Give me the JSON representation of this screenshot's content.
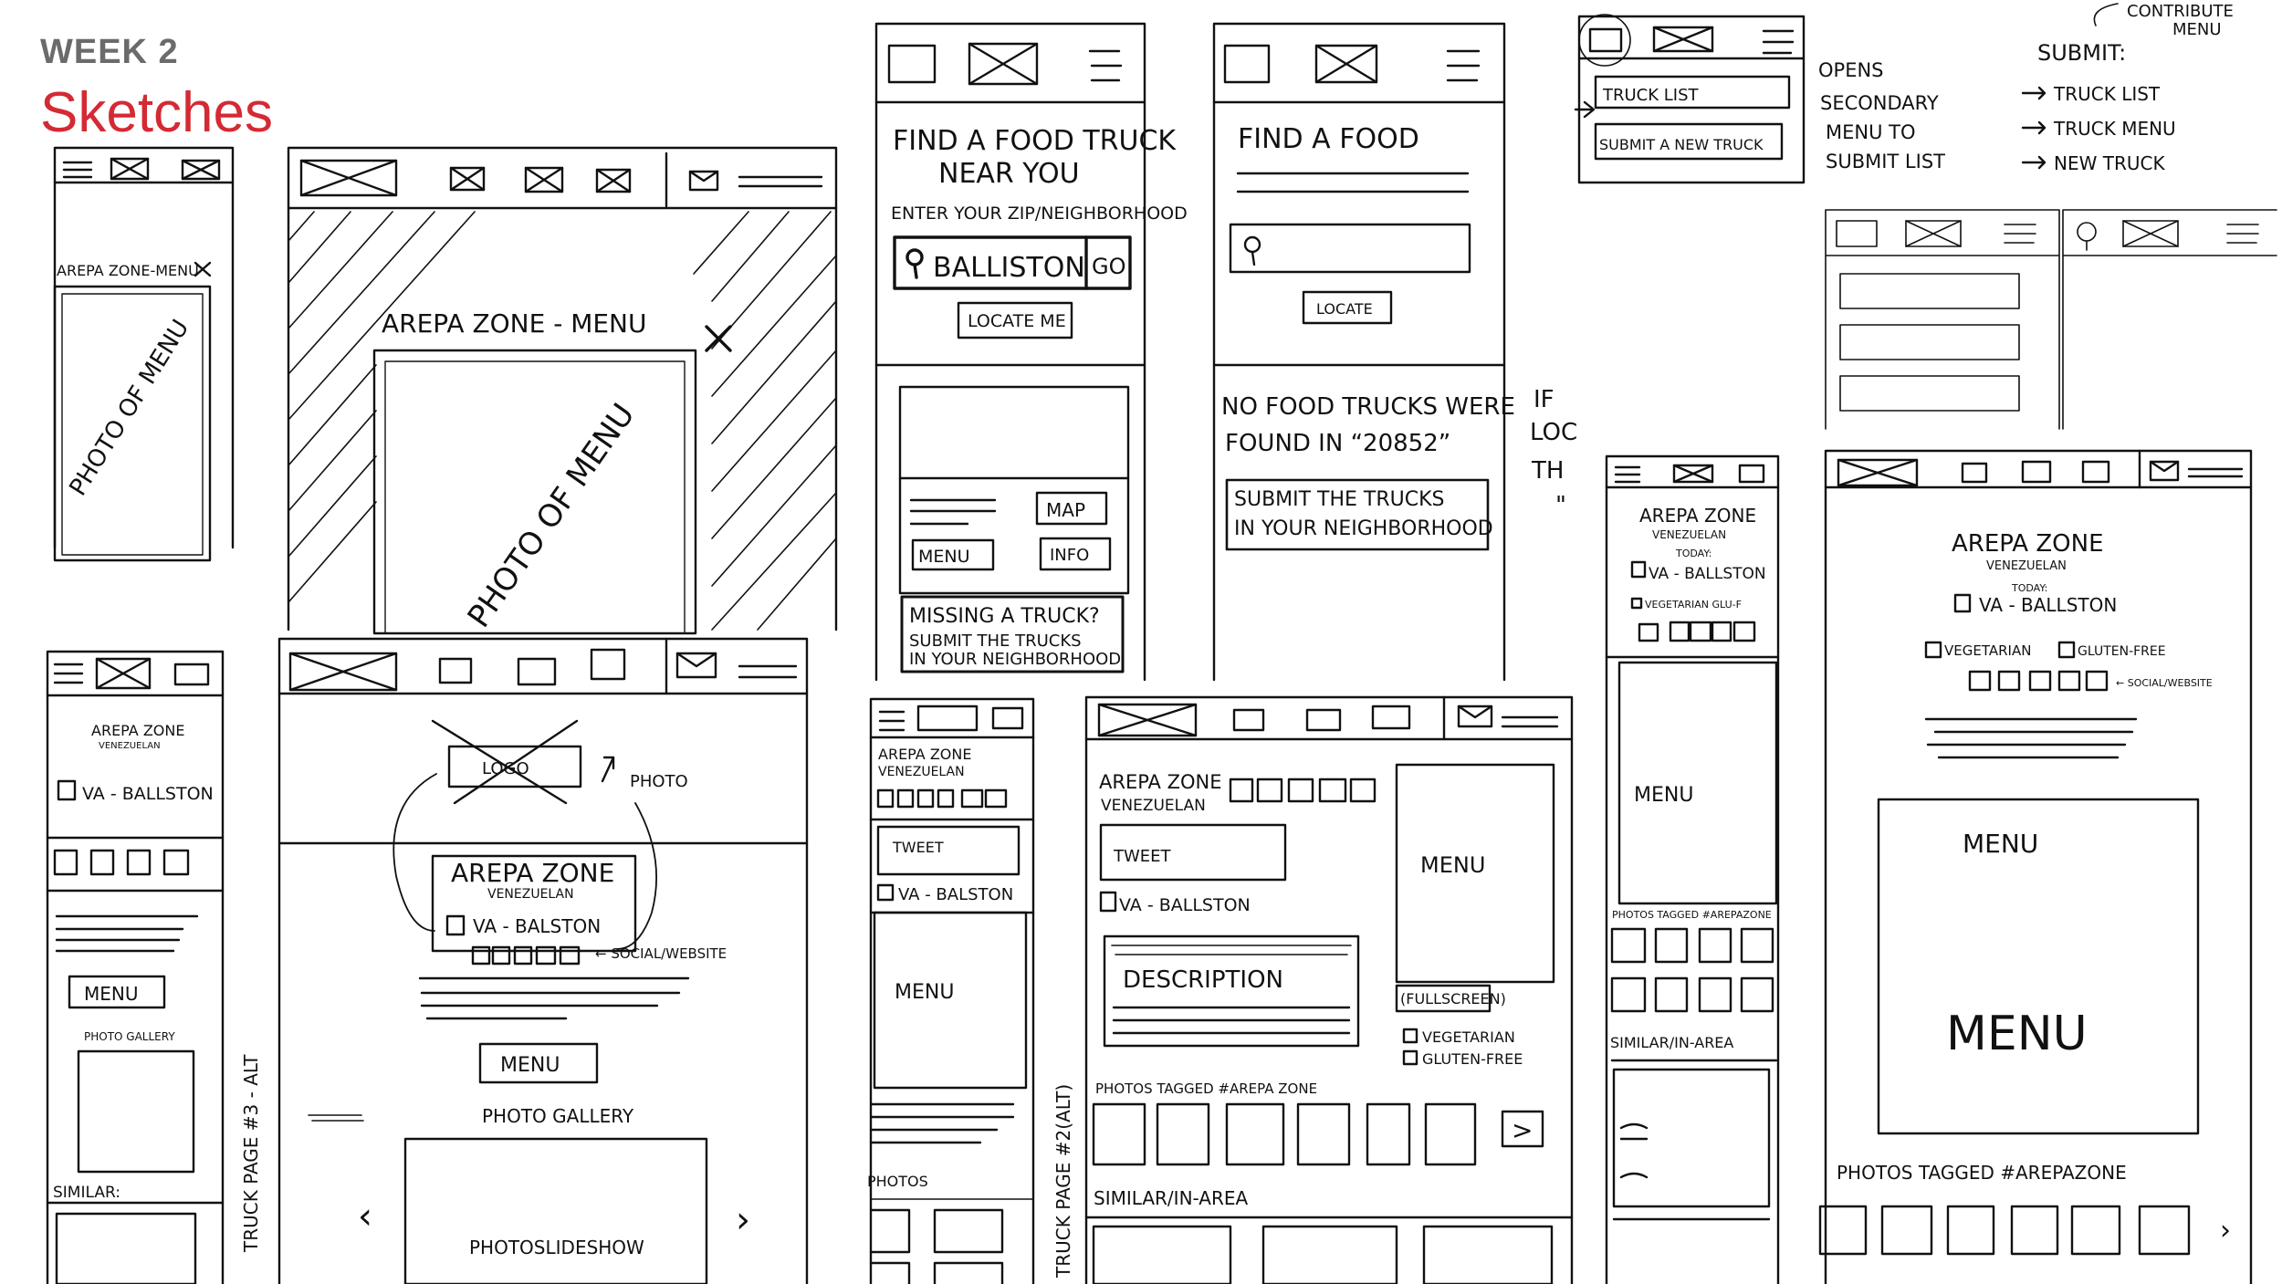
{
  "page": {
    "week": "WEEK 2",
    "title": "Sketches"
  },
  "sketch1": {
    "header": "AREPA ZONE-MENU",
    "body": "PHOTO OF MENU"
  },
  "sketch2": {
    "header": "AREPA ZONE - MENU",
    "body": "PHOTO OF MENU"
  },
  "sketch3": {
    "heading_line1": "FIND A FOOD TRUCK",
    "heading_line2": "NEAR YOU",
    "prompt": "ENTER YOUR ZIP/NEIGHBORHOOD",
    "input_value": "BALLISTON",
    "go_label": "GO!",
    "locate_label": "LOCATE ME",
    "map_label": "MAP",
    "menu_label": "MENU",
    "info_label": "INFO",
    "missing_line1": "MISSING A TRUCK?",
    "missing_line2": "SUBMIT THE TRUCKS",
    "missing_line3": "IN YOUR NEIGHBORHOOD"
  },
  "sketch4": {
    "heading": "FIND A FOOD",
    "locate_label": "LOCATE",
    "msg_line1": "NO FOOD TRUCKS WERE",
    "msg_line2": "FOUND IN “20852”",
    "submit_line1": "SUBMIT THE TRUCKS",
    "submit_line2": "IN YOUR NEIGHBORHOOD"
  },
  "sketch5": {
    "line1": "IF",
    "line2": "LOC",
    "line3": "TH",
    "line4": "\""
  },
  "sketch6": {
    "item1": "TRUCK LIST",
    "item2": "SUBMIT A NEW TRUCK",
    "note1": "OPENS",
    "note2": "SECONDARY",
    "note3": "MENU TO",
    "note4": "SUBMIT LIST",
    "contrib1": "CONTRIBUTE",
    "contrib2": "MENU",
    "submit_heading": "SUBMIT:",
    "opt1": "TRUCK LIST",
    "opt2": "TRUCK MENU",
    "opt3": "NEW TRUCK"
  },
  "sketch7": {
    "name": "AREPA ZONE",
    "cuisine": "VENEZUELAN",
    "location": "VA - BALLSTON",
    "menu_label": "MENU",
    "gallery": "PHOTO GALLERY",
    "similar": "SIMILAR:",
    "side_note": "TRUCK PAGE #3 - ALT"
  },
  "sketch8": {
    "logo": "LOGO",
    "photo_note": "PHOTO",
    "name": "AREPA ZONE",
    "cuisine": "VENEZUELAN",
    "location": "VA - BALSTON",
    "social": "← SOCIAL/WEBSITE",
    "menu_label": "MENU",
    "gallery": "PHOTO GALLERY",
    "slideshow": "PHOTOSLIDESHOW",
    "prev": "‹",
    "next": "›"
  },
  "sketch9": {
    "name": "AREPA ZONE",
    "cuisine": "VENEZUELAN",
    "tweet": "TWEET",
    "location": "VA - BALSTON",
    "menu_label": "MENU",
    "photos": "PHOTOS"
  },
  "sketch10": {
    "name": "AREPA ZONE",
    "cuisine": "VENEZUELAN",
    "tweet": "TWEET",
    "location": "VA - BALLSTON",
    "description": "DESCRIPTION",
    "menu_label": "MENU",
    "fullscreen": "(FULLSCREEN)",
    "vegetarian": "VEGETARIAN",
    "gluten": "GLUTEN-FREE",
    "photos_tagged": "PHOTOS TAGGED #AREPA ZONE",
    "similar": "SIMILAR/IN-AREA",
    "side_note": "TRUCK PAGE #2(ALT)",
    "next": ">"
  },
  "sketch11": {
    "name": "AREPA ZONE",
    "cuisine": "VENEZUELAN",
    "today": "TODAY:",
    "location": "VA - BALLSTON",
    "filters": "VEGETARIAN GLU-F",
    "menu_label": "MENU",
    "photos_tagged": "PHOTOS TAGGED #AREPAZONE",
    "similar": "SIMILAR/IN-AREA"
  },
  "sketch12": {
    "name": "AREPA ZONE",
    "cuisine": "VENEZUELAN",
    "today": "TODAY:",
    "location": "VA - BALLSTON",
    "vegetarian": "VEGETARIAN",
    "gluten": "GLUTEN-FREE",
    "social": "← SOCIAL/WEBSITE",
    "menu_small": "MENU",
    "menu_large": "MENU",
    "photos_tagged": "PHOTOS TAGGED #AREPAZONE",
    "next": "›"
  }
}
